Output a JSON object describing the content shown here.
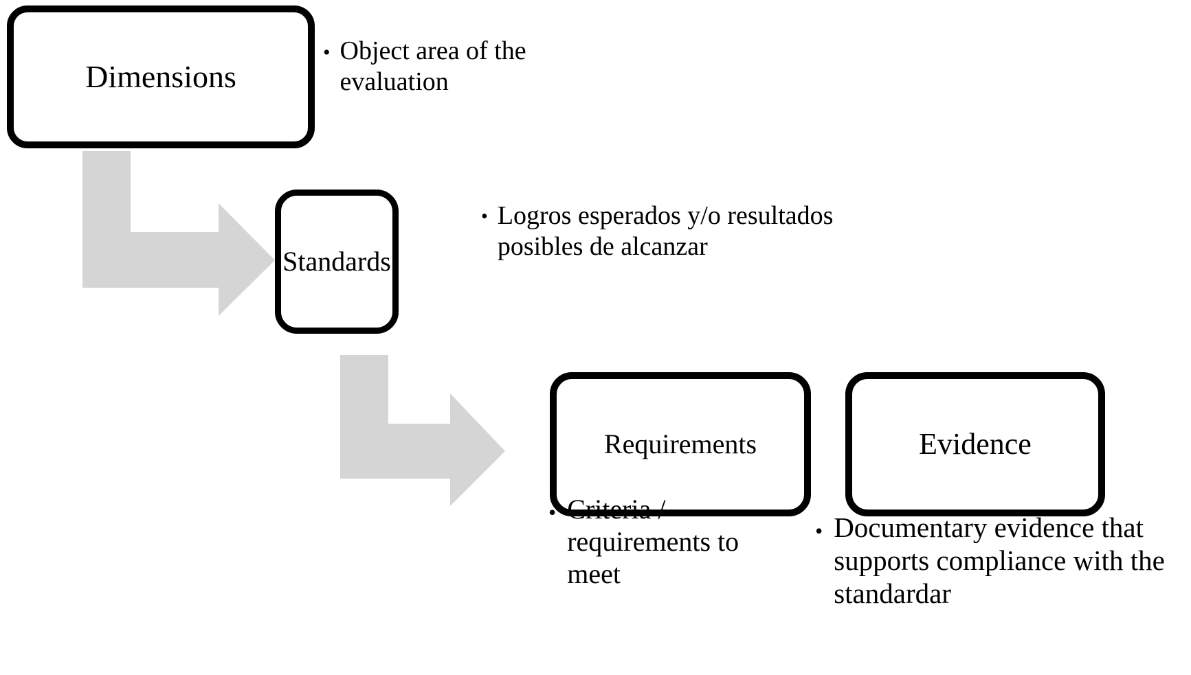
{
  "diagram": {
    "type": "flow-hierarchy",
    "background_color": "#ffffff",
    "node_border_color": "#000000",
    "arrow_color": "#d5d5d5",
    "nodes": [
      {
        "id": "dimensions",
        "label": "Dimensions"
      },
      {
        "id": "standards",
        "label": "Standards"
      },
      {
        "id": "requirements",
        "label": "Requirements"
      },
      {
        "id": "evidence",
        "label": "Evidence"
      }
    ],
    "annotations": [
      {
        "for": "dimensions",
        "bullet": "•",
        "text": "Object area of the evaluation"
      },
      {
        "for": "standards",
        "bullet": "•",
        "text": "Logros esperados y/o resultados posibles de alcanzar"
      },
      {
        "for": "requirements",
        "bullet": "•",
        "text": "Criteria / requirements to meet"
      },
      {
        "for": "evidence",
        "bullet": "•",
        "text": "Documentary evidence that supports compliance with the standardar"
      }
    ],
    "connectors": [
      {
        "id": "dimensions-to-standards",
        "from": "dimensions",
        "to": "standards",
        "shape": "elbow-down-right"
      },
      {
        "id": "standards-to-requirements",
        "from": "standards",
        "to": "requirements",
        "shape": "elbow-down-right"
      }
    ]
  }
}
